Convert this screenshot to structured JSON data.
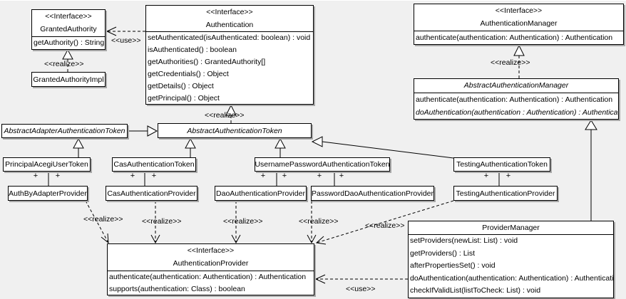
{
  "background": "#f0f0f0",
  "stereotype_interface": "<<Interface>>",
  "labels": {
    "use": "<<use>>",
    "realize": "<<realize>>",
    "plus": "+"
  },
  "classes": {
    "granted_authority": {
      "name": "GrantedAuthority",
      "methods": [
        "getAuthority() : String"
      ]
    },
    "granted_authority_impl": {
      "name": "GrantedAuthorityImpl"
    },
    "authentication": {
      "name": "Authentication",
      "methods": [
        "setAuthenticated(isAuthenticated: boolean) : void",
        "isAuthenticated() : boolean",
        "getAuthorities() : GrantedAuthority[]",
        "getCredentials() : Object",
        "getDetails() : Object",
        "getPrincipal() : Object"
      ]
    },
    "authentication_manager": {
      "name": "AuthenticationManager",
      "methods": [
        "authenticate(authentication: Authentication) : Authentication"
      ]
    },
    "abstract_authentication_manager": {
      "name": "AbstractAuthenticationManager",
      "methods": [
        "authenticate(authentication: Authentication) : Authentication",
        "doAuthentication(authentication : Authentication) : Authentication"
      ]
    },
    "abstract_adapter_authentication_token": {
      "name": "AbstractAdapterAuthenticationToken"
    },
    "abstract_authentication_token": {
      "name": "AbstractAuthenticationToken"
    },
    "principal_acegi_user_token": {
      "name": "PrincipalAcegiUserToken"
    },
    "cas_authentication_token": {
      "name": "CasAuthenticationToken"
    },
    "username_password_authentication_token": {
      "name": "UsernamePasswordAuthenticationToken"
    },
    "testing_authentication_token": {
      "name": "TestingAuthenticationToken"
    },
    "auth_by_adapter_provider": {
      "name": "AuthByAdapterProvider"
    },
    "cas_authentication_provider": {
      "name": "CasAuthenticationProvider"
    },
    "dao_authentication_provider": {
      "name": "DaoAuthenticationProvider"
    },
    "password_dao_authentication_provider": {
      "name": "PasswordDaoAuthenticationProvider"
    },
    "testing_authentication_provider": {
      "name": "TestingAuthenticationProvider"
    },
    "authentication_provider": {
      "name": "AuthenticationProvider",
      "methods": [
        "authenticate(authentication: Authentication) : Authentication",
        "supports(authentication: Class) : boolean"
      ]
    },
    "provider_manager": {
      "name": "ProviderManager",
      "methods": [
        "setProviders(newList: List) : void",
        "getProviders() : List",
        "afterPropertiesSet() : void",
        "doAuthentication(authentication: Authentication) : Authentication",
        "checkIfValidList(listToCheck: List) : void"
      ]
    }
  }
}
